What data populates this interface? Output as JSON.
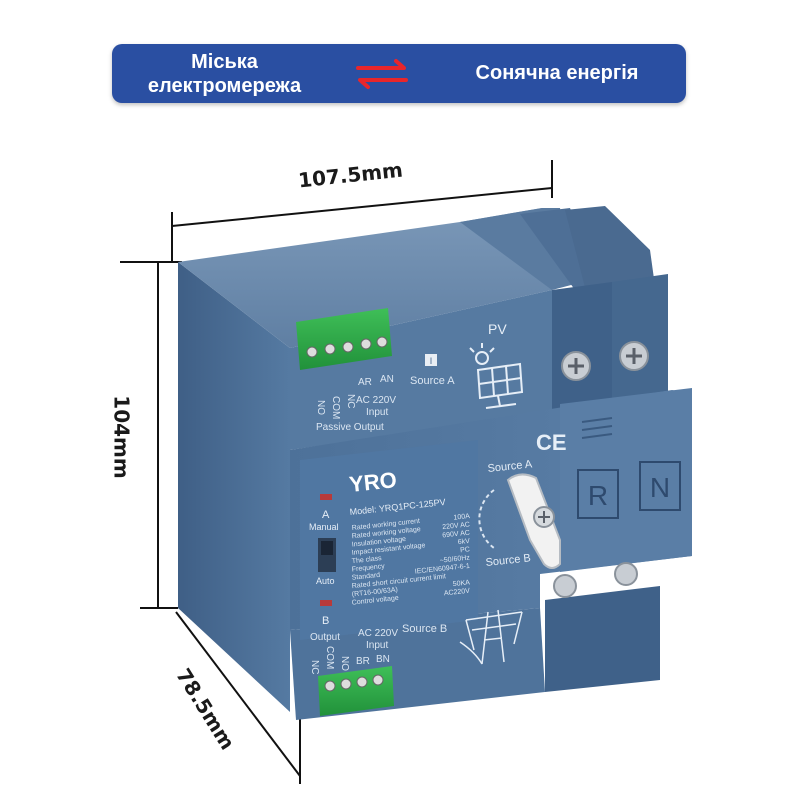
{
  "banner": {
    "left_label_line1": "Міська",
    "left_label_line2": "електромережа",
    "right_label": "Сонячна енергія",
    "arrows_icon": "bidirectional-arrows-icon",
    "background_color": "#2a4fa2",
    "arrow_color": "#e8262b"
  },
  "dimensions": {
    "width": "107.5mm",
    "height": "104mm",
    "depth": "78.5mm"
  },
  "device": {
    "body_color": "#4a7199",
    "brand": "YRO",
    "model": "Model: YRQ1PC-125PV",
    "ce_mark": "CE",
    "pv_label": "PV",
    "pv_icon": "solar-panel-icon",
    "grid_icon": "power-tower-icon",
    "source_a_indicator": "I",
    "source_a_label": "Source A",
    "source_b_label": "Source B",
    "switch_source_a": "Source A",
    "switch_source_b": "Source B",
    "led_a": "A",
    "led_b": "B",
    "mode_manual": "Manual",
    "mode_auto": "Auto",
    "terminal_r": "R",
    "terminal_n": "N",
    "top_terminal": {
      "output_labels": [
        "NO",
        "COM",
        "NC"
      ],
      "input_labels": [
        "AR",
        "AN"
      ],
      "input_voltage": "AC 220V",
      "input_text": "Input",
      "output_text": "Passive\nOutput"
    },
    "bottom_terminal": {
      "output_labels": [
        "NC",
        "COM",
        "NO"
      ],
      "output_text": "Output",
      "input_labels": [
        "BR",
        "BN"
      ],
      "input_voltage": "AC 220V",
      "input_text": "Input"
    },
    "specs": [
      [
        "Rated working current",
        "100A"
      ],
      [
        "Rated working voltage",
        "220V AC"
      ],
      [
        "Insulation voltage",
        "690V AC"
      ],
      [
        "Impact resistant voltage",
        "6kV"
      ],
      [
        "The class",
        "PC"
      ],
      [
        "Frequency",
        "~50/60Hz"
      ],
      [
        "Standard",
        "IEC/EN60947-6-1"
      ],
      [
        "Rated short circuit current limit",
        ""
      ],
      [
        "(RT16-00/63A)",
        "50KA"
      ],
      [
        "Control voltage",
        "AC220V"
      ]
    ]
  }
}
